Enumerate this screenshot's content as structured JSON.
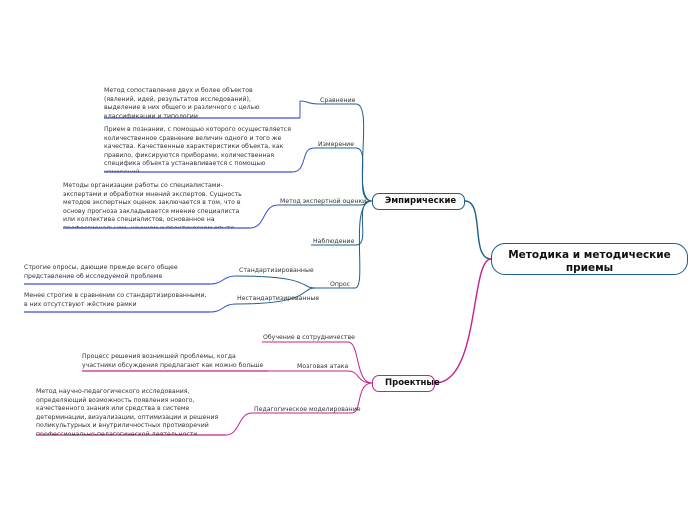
{
  "root": {
    "title": "Методика и методические приемы"
  },
  "branches": {
    "empirical": {
      "title": "Эмпирические",
      "items": {
        "comparison": {
          "label": "Сравнение",
          "note": "Метод сопоставления двух и более объектов (явлений, идей, результатов исследований), выделение в них общего и различного с целью классификации и типологии"
        },
        "measurement": {
          "label": "Измерение",
          "note": "Прием в познании, с помощью которого осуществляется количественное сравнение величин одного и того же качества. Качественные характеристики объекта, как правило, фиксируются приборами, количественная специфика объекта устанавливается с помощью измерений"
        },
        "expert": {
          "label": "Метод экспертной оценки",
          "note": "Методы организации работы со специалистами-экспертами и обработки мнений экспертов. Сущность методов экспертных оценок заключается в том, что в основу прогноза закладывается мнение специалиста или коллектива специалистов, основанное на профессиональном, научном и практическом опыте"
        },
        "observation": {
          "label": "Наблюдение"
        },
        "survey": {
          "label": "Опрос",
          "standard": {
            "label": "Стандартизированные",
            "note": "Строгие опросы, дающие прежде всего общее представление об исследуемой проблеме"
          },
          "nonstandard": {
            "label": "Нестандартизированные",
            "note": "Менее строгие в сравнении со стандартизированными, в них отсутствуют жёсткие рамки"
          }
        }
      }
    },
    "project": {
      "title": "Проектные",
      "items": {
        "cooperation": {
          "label": "Обучение в сотрудничестве"
        },
        "brainstorm": {
          "label": "Мозговая атака",
          "note": "Процесс решения возникшей проблемы, когда участники обсуждения предлагают как можно больше самых разных"
        },
        "modeling": {
          "label": "Педагогическое моделирование",
          "note": "Метод научно-педагогического исследования, определяющий возможность появления нового, качественного знания или средства в системе детерминации, визуализации, оптимизации и решения поликультурных и внутриличностных противоречий профессионально-педагогической деятельности"
        }
      }
    }
  },
  "colors": {
    "blue_branch": "#1f5f8c",
    "blue_note": "#3a4fd0",
    "magenta_branch": "#c8208f"
  }
}
